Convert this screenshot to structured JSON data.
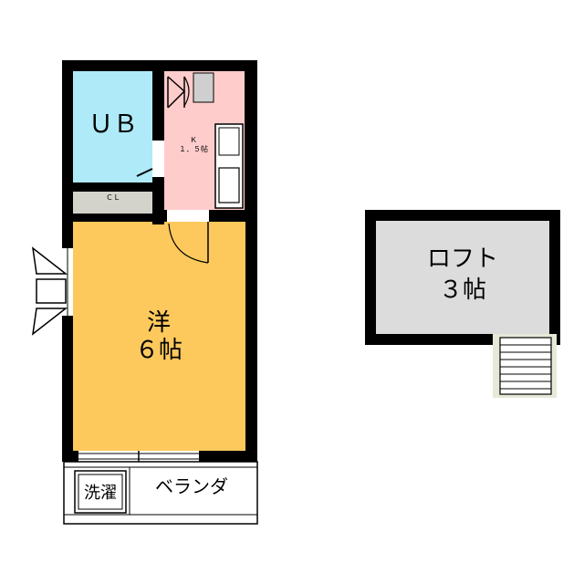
{
  "rooms": {
    "unit_bath": {
      "label": "ＵＢ",
      "color": "#aeeaf8"
    },
    "kitchen": {
      "label_line1": "Ｋ",
      "label_line2": "１．５帖",
      "color": "#ffcccc"
    },
    "closet": {
      "label": "ＣＬ",
      "color": "#d3d3cc"
    },
    "western": {
      "label_line1": "洋",
      "label_line2": "６帖",
      "color": "#fdc95c"
    },
    "laundry": {
      "label": "洗濯"
    },
    "balcony": {
      "label": "ベランダ"
    },
    "loft": {
      "label_line1": "ロフト",
      "label_line2": "３帖",
      "color": "#dcdcdc"
    }
  },
  "colors": {
    "wall": "#000000",
    "stair_bg": "#e8e8d8"
  }
}
